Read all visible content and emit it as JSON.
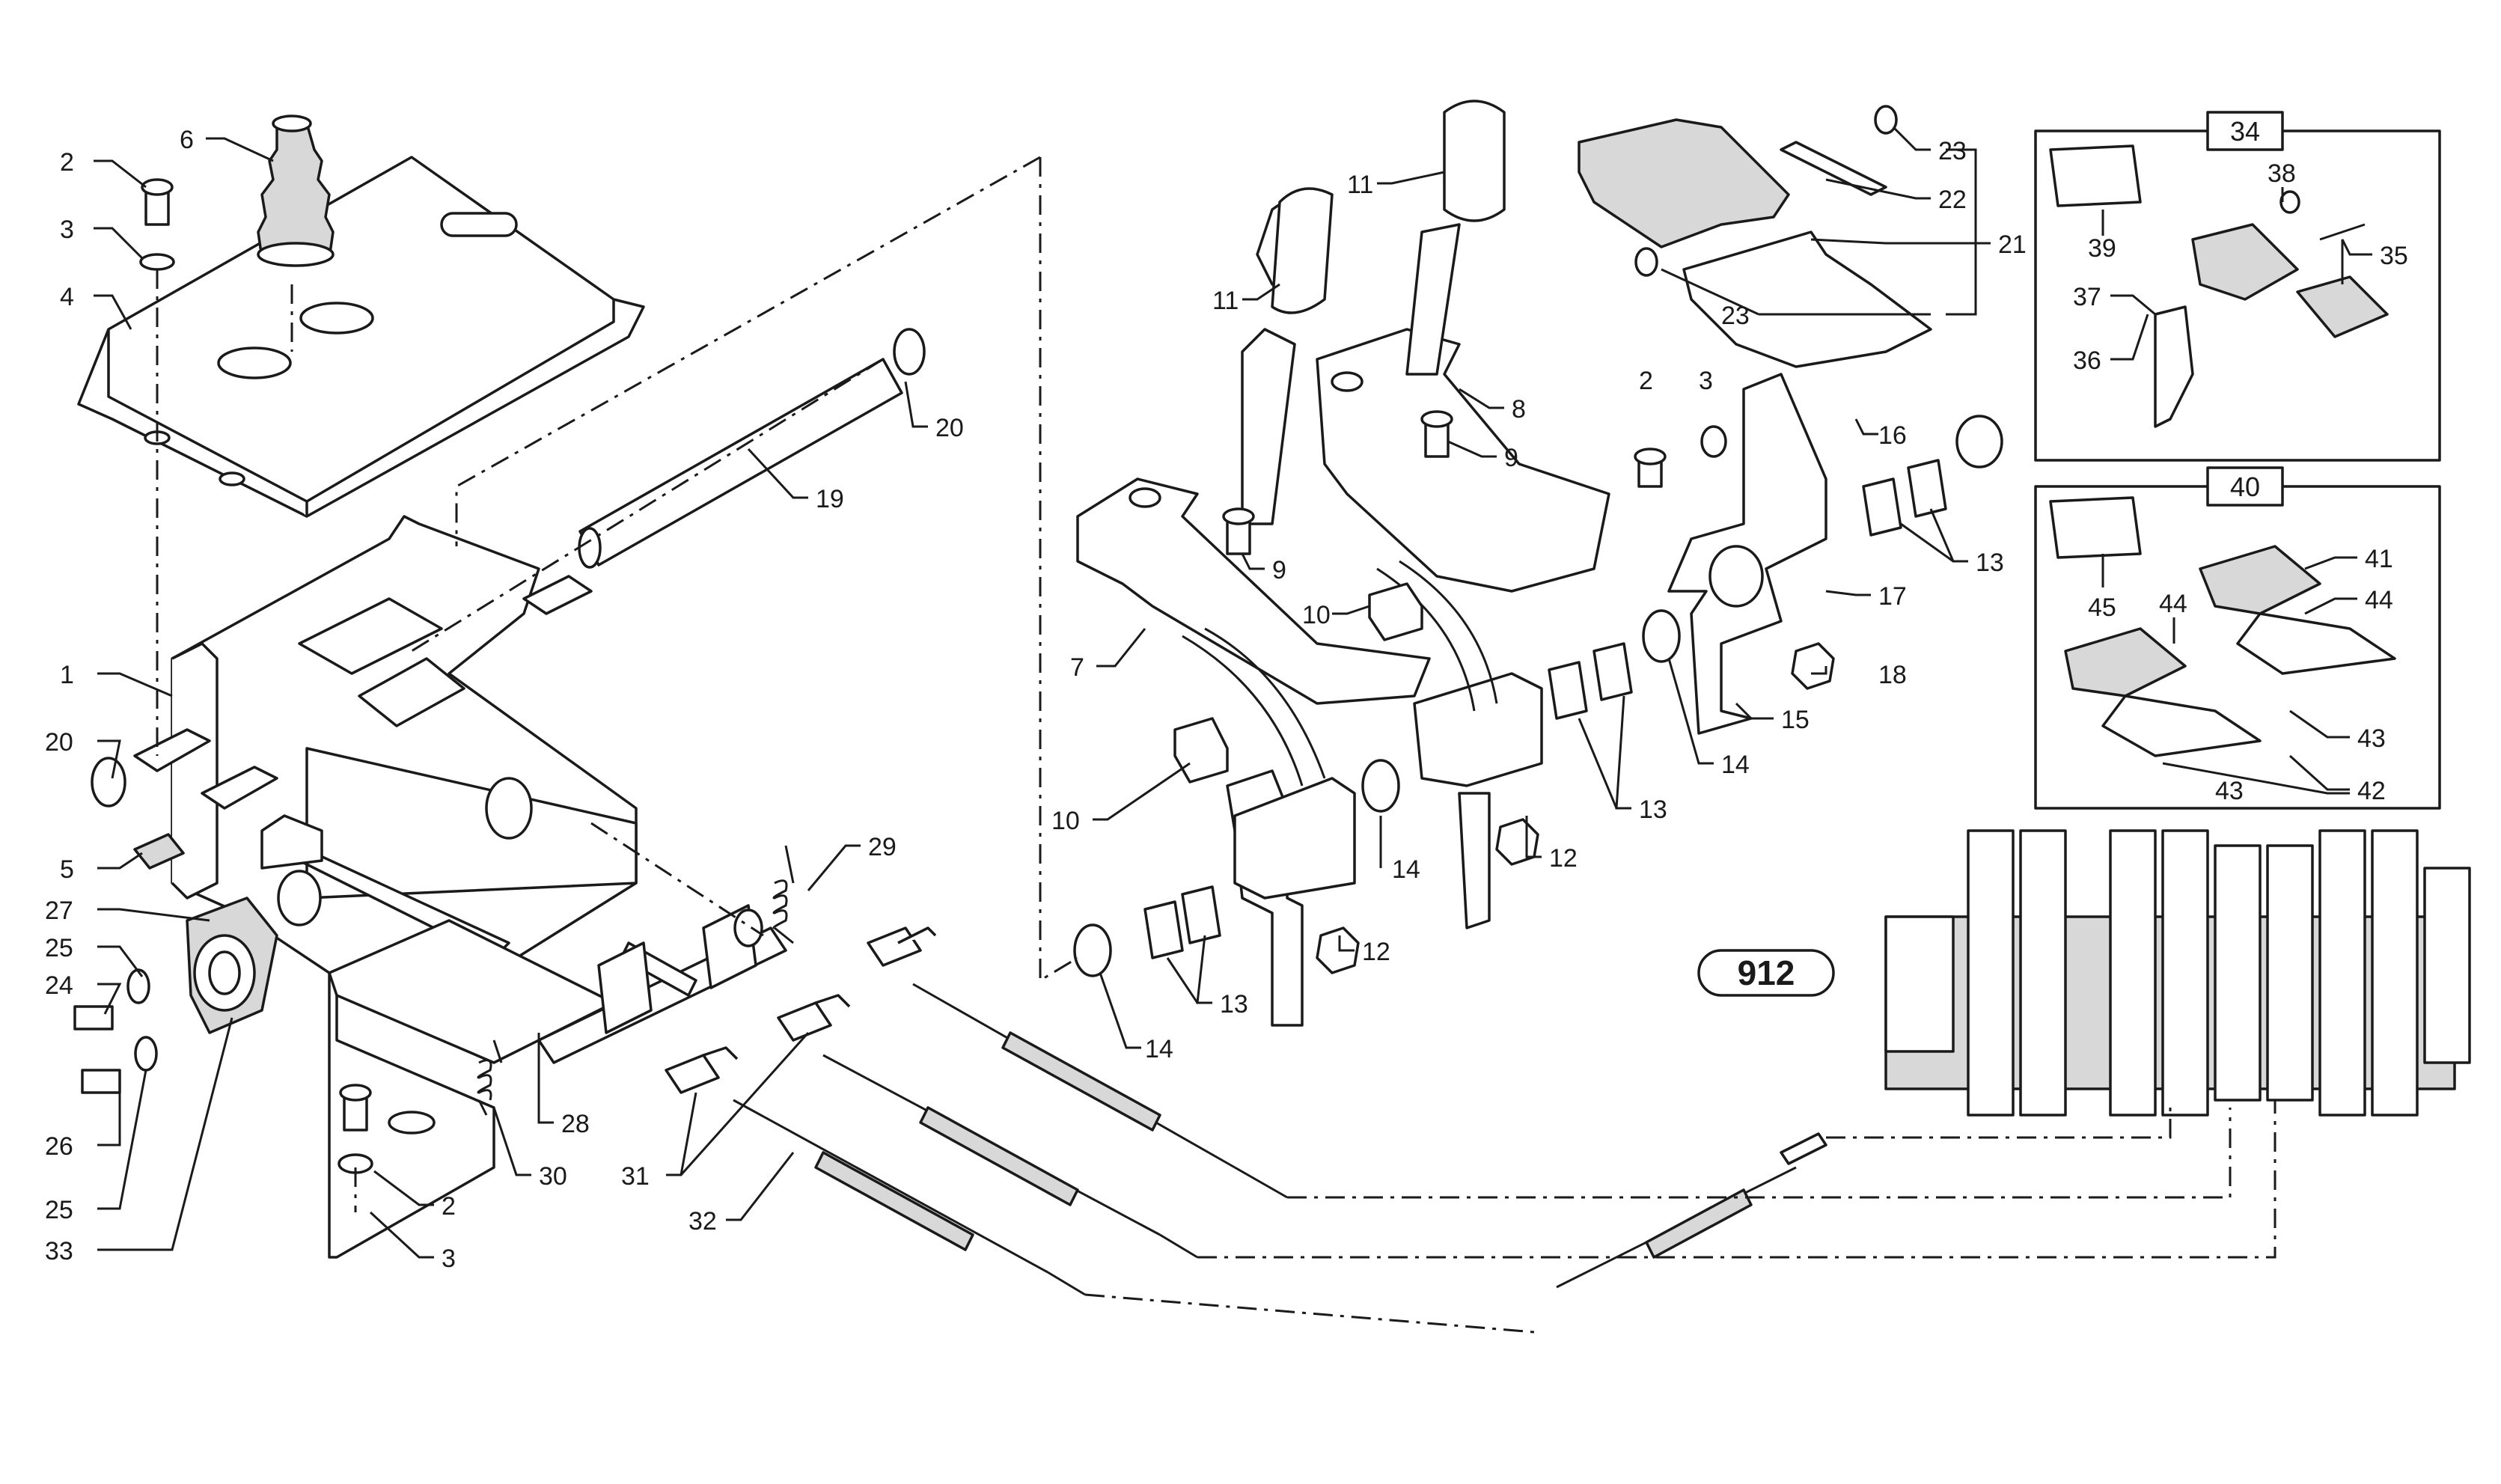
{
  "diagram": {
    "labels": {
      "l1": "1",
      "l2a": "2",
      "l2b": "2",
      "l2c": "2",
      "l3a": "3",
      "l3b": "3",
      "l3c": "3",
      "l4": "4",
      "l5": "5",
      "l6": "6",
      "l7": "7",
      "l8": "8",
      "l9a": "9",
      "l9b": "9",
      "l10a": "10",
      "l10b": "10",
      "l11a": "11",
      "l11b": "11",
      "l12a": "12",
      "l12b": "12",
      "l13a": "13",
      "l13b": "13",
      "l13c": "13",
      "l14a": "14",
      "l14b": "14",
      "l14c": "14",
      "l15": "15",
      "l16": "16",
      "l17": "17",
      "l18": "18",
      "l19": "19",
      "l20a": "20",
      "l20b": "20",
      "l21": "21",
      "l22": "22",
      "l23a": "23",
      "l23b": "23",
      "l24": "24",
      "l25a": "25",
      "l25b": "25",
      "l26": "26",
      "l27": "27",
      "l28": "28",
      "l29": "29",
      "l30": "30",
      "l31": "31",
      "l32": "32",
      "l33": "33",
      "l35": "35",
      "l36": "36",
      "l37": "37",
      "l38": "38",
      "l39": "39",
      "l41": "41",
      "l42": "42",
      "l43a": "43",
      "l43b": "43",
      "l44a": "44",
      "l44b": "44",
      "l45": "45"
    },
    "boxes": {
      "kit34": "34",
      "kit40": "40"
    },
    "reference": "912"
  }
}
